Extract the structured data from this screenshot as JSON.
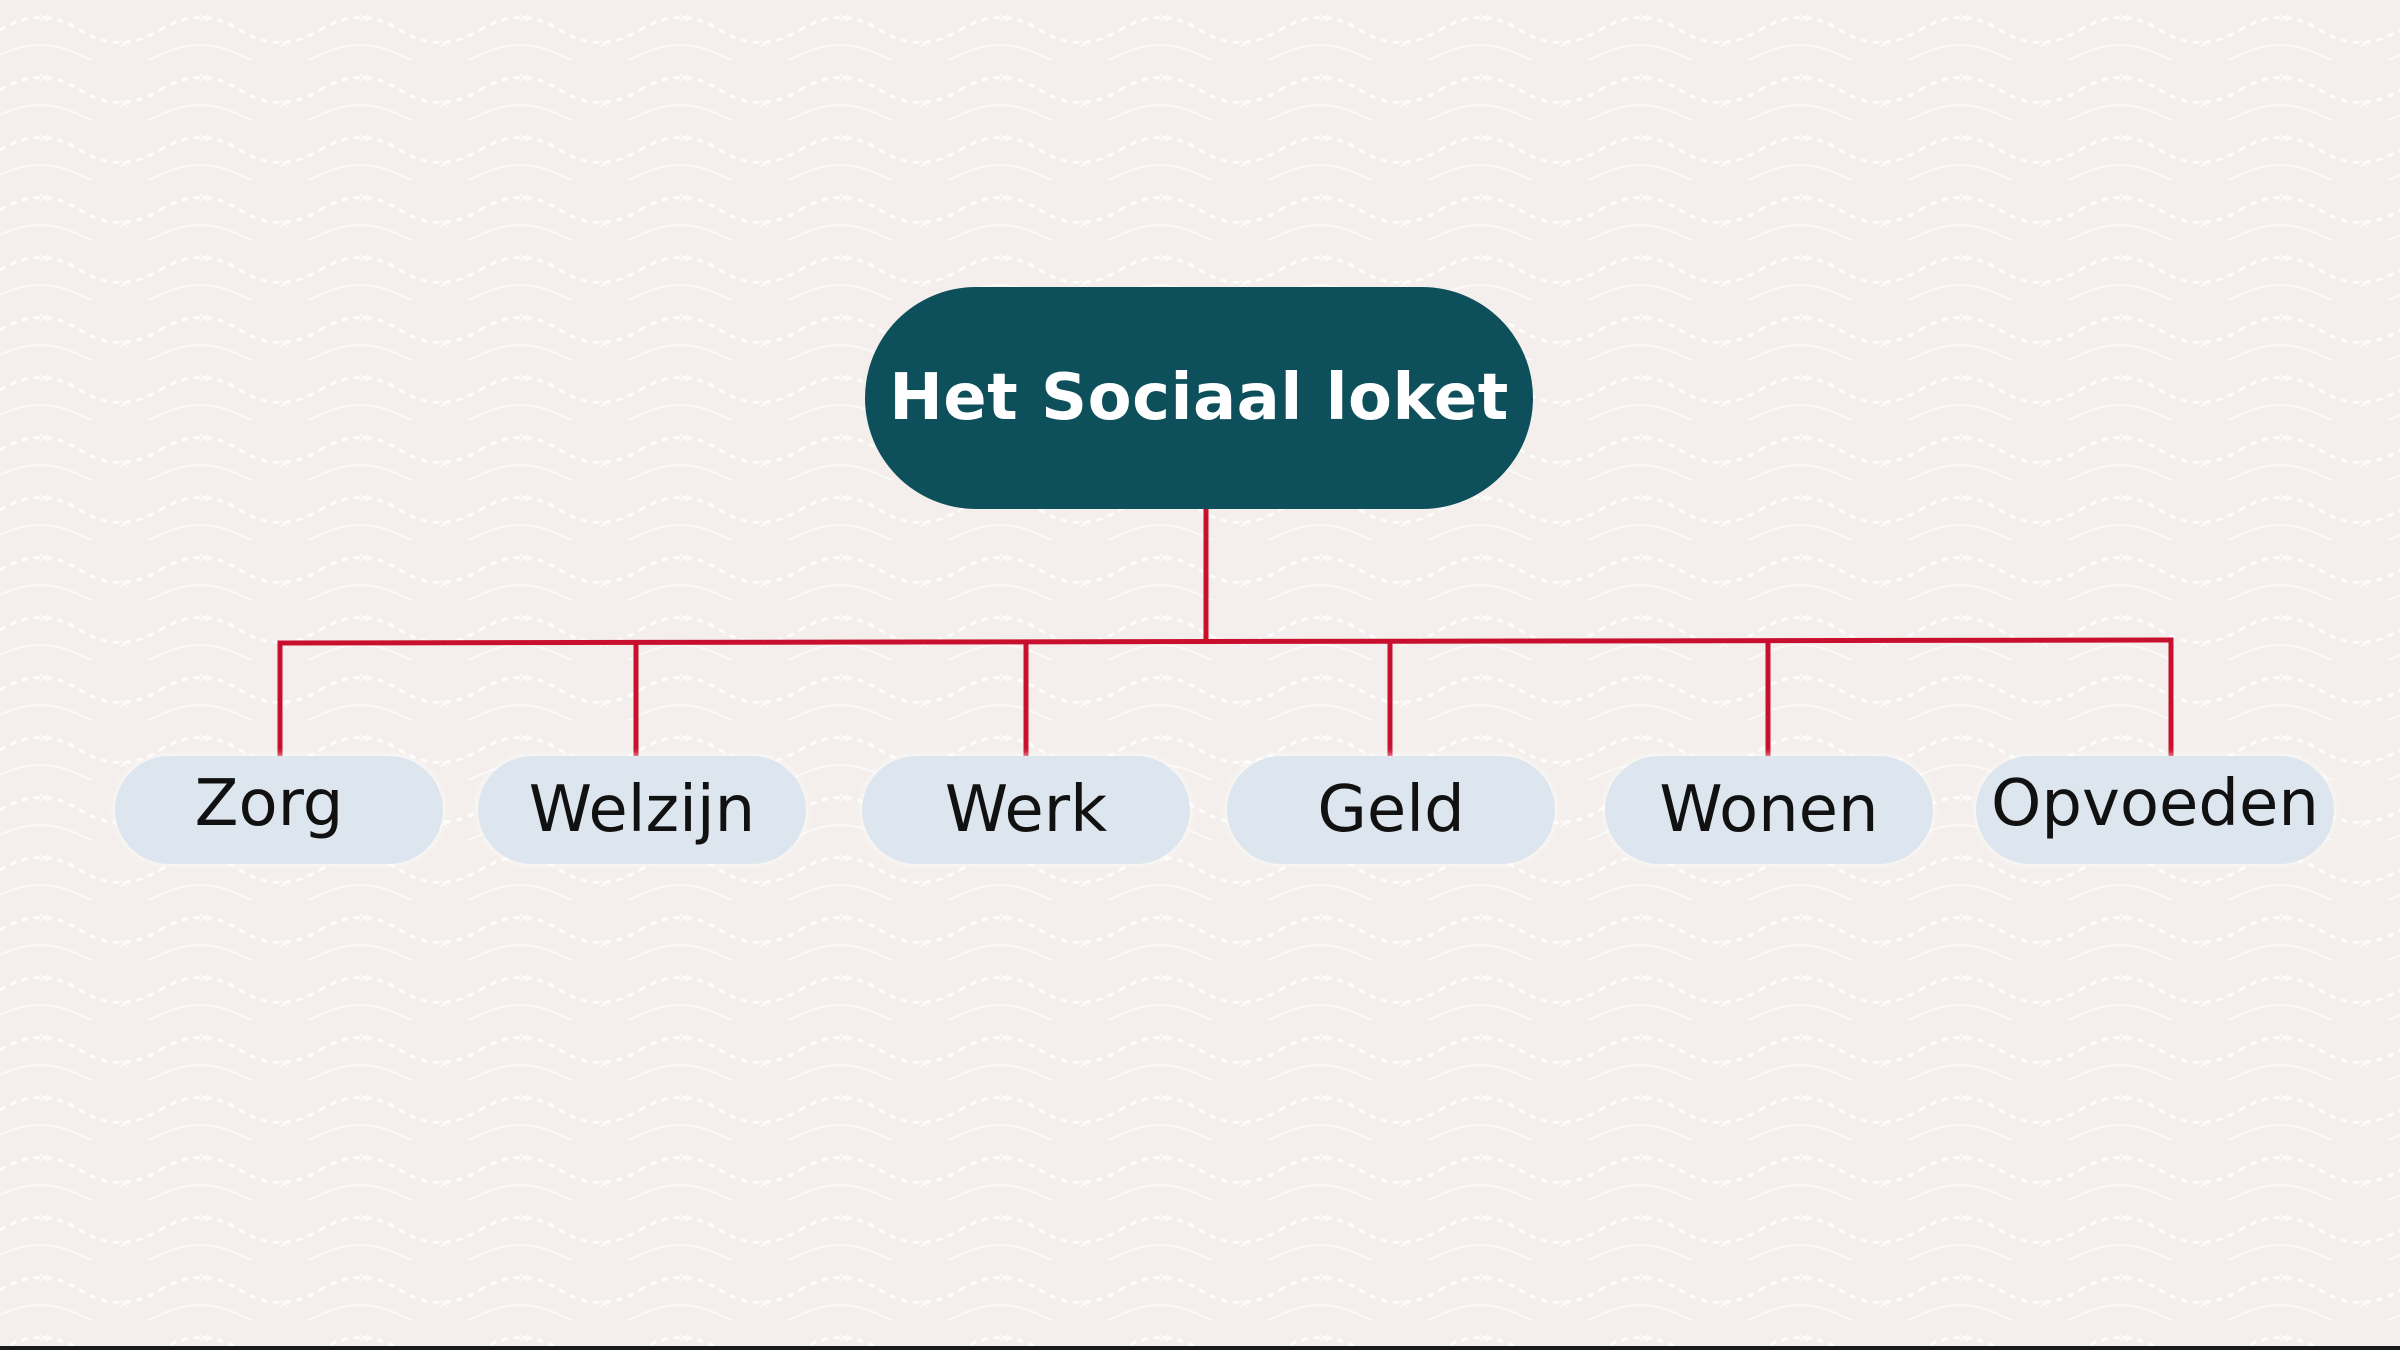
{
  "diagram": {
    "root": {
      "label": "Het Sociaal loket"
    },
    "children": [
      {
        "label": "Zorg"
      },
      {
        "label": "Welzijn"
      },
      {
        "label": "Werk"
      },
      {
        "label": "Geld"
      },
      {
        "label": "Wonen"
      },
      {
        "label": "Opvoeden"
      }
    ]
  },
  "colors": {
    "background": "#f4efec",
    "root_fill": "#0d4f5b",
    "root_text": "#ffffff",
    "child_fill": "#dde6ee",
    "child_text": "#111111",
    "connector": "#c8102e"
  }
}
